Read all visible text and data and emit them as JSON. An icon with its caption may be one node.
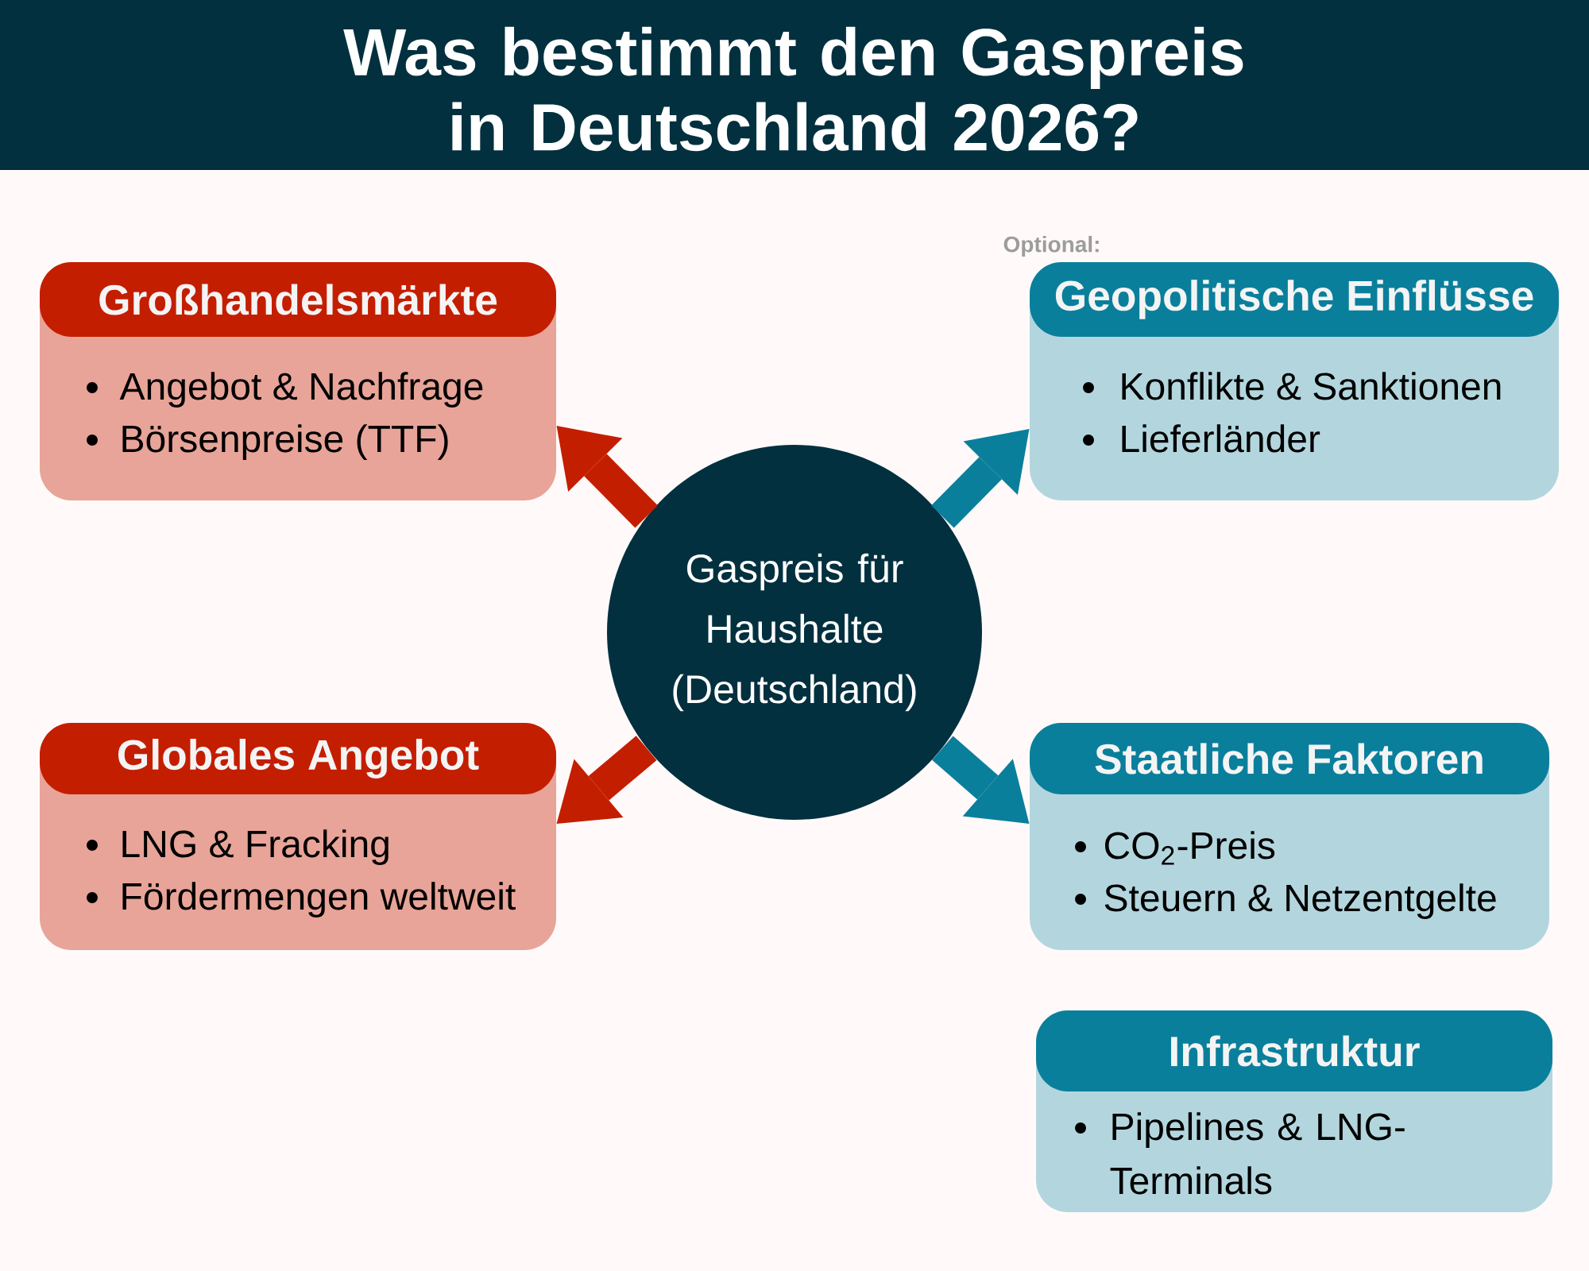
{
  "diagram": {
    "title": "Was bestimmt den Gaspreis in Deutschland 2026?",
    "nodes": [
      {
        "text": [
          "Großhandelsmärkte",
          "Angebot & Nachfrage",
          "Börsenpreise (TTF)"
        ]
      },
      {
        "text": [
          "Geopolitische Einflüsse",
          "Konflikte & Sanktionen",
          "Lieferländer"
        ]
      },
      {
        "text": [
          "Gaspreis für Haushalte (Deutschland)"
        ]
      },
      {
        "text": [
          "Globales Angebot",
          "LNG & Fracking",
          "Fördermengen weltweit"
        ]
      },
      {
        "text": [
          "Staatliche Faktoren",
          "CO$_{2}$-Preis",
          "Steuern & Netzentgelte"
        ]
      },
      {
        "text": [
          "Infrastruktur",
          "Pipelines & LNG-Terminals"
        ]
      }
    ],
    "edges": [
      {
        "from": 2,
        "to": 0,
        "arrow": "to",
        "color": "#c41e00"
      },
      {
        "from": 2,
        "to": 1,
        "arrow": "to",
        "color": "#0a7f9c"
      },
      {
        "from": 2,
        "to": 3,
        "arrow": "to",
        "color": "#c41e00"
      },
      {
        "from": 2,
        "to": 4,
        "arrow": "to",
        "color": "#0a7f9c"
      }
    ],
    "labels": [
      "Optional:"
    ]
  }
}
